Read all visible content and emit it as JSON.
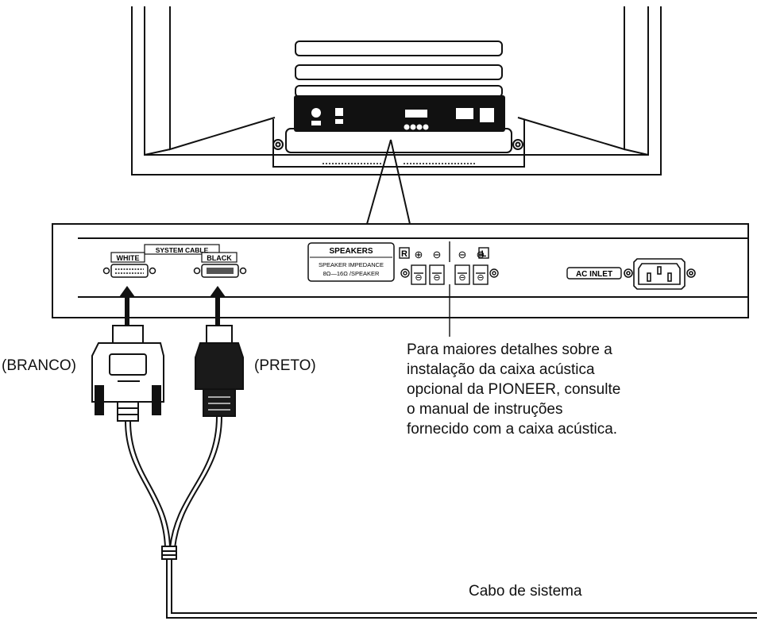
{
  "panel": {
    "system_cable_label": "SYSTEM CABLE",
    "white_label": "WHITE",
    "black_label": "BLACK",
    "speakers_title": "SPEAKERS",
    "speakers_impedance_line1": "SPEAKER IMPEDANCE",
    "speakers_impedance_line2": "8Ω—16Ω /SPEAKER",
    "right_channel": "R",
    "left_channel": "L",
    "plus_symbol": "⊕",
    "minus_symbol": "⊖",
    "ac_inlet_label": "AC INLET"
  },
  "labels": {
    "white_connector": "(BRANCO)",
    "black_connector": "(PRETO)",
    "system_cable": "Cabo de sistema"
  },
  "callout_lines": [
    "Para maiores detalhes sobre a",
    "instalação da caixa acústica",
    "opcional da PIONEER, consulte",
    "o manual de instruções",
    "fornecido com a caixa acústica."
  ],
  "colors": {
    "line": "#111111",
    "panel_fill": "#ffffff",
    "connector_dark": "#1a1a1a",
    "connector_light": "#f4f4f4"
  }
}
